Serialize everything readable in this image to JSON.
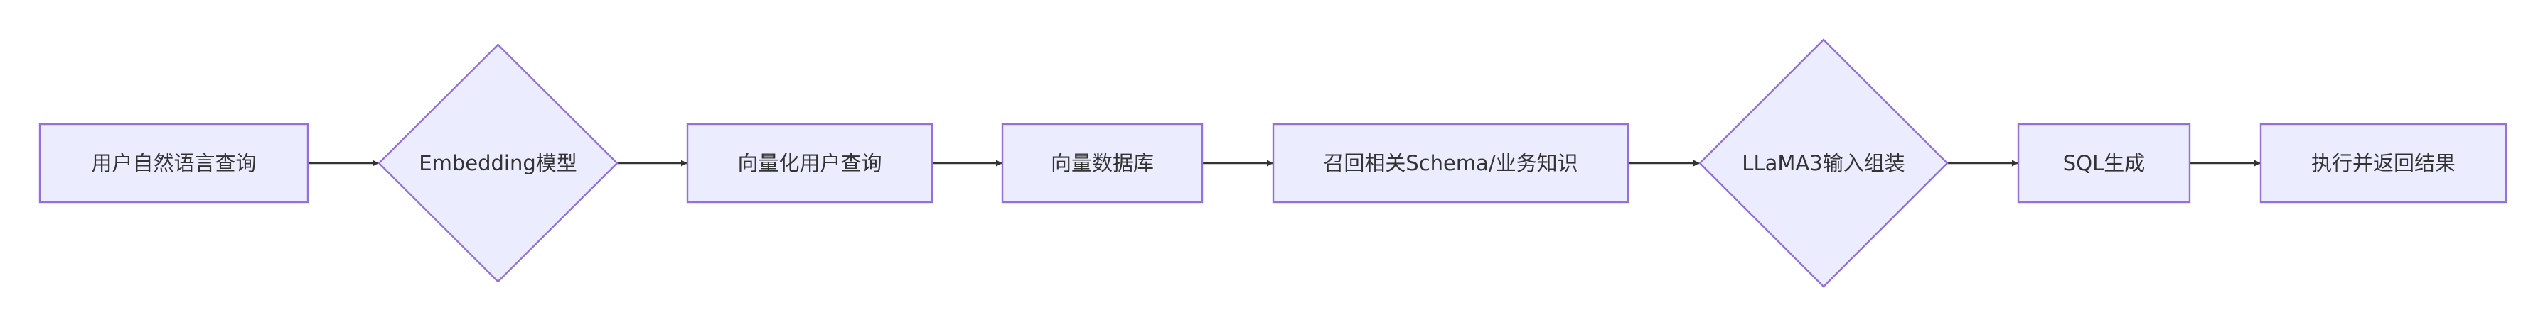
{
  "diagram": {
    "type": "flowchart",
    "direction": "left-to-right",
    "colors": {
      "node_fill": "#ECECFF",
      "node_stroke": "#9370DB",
      "edge": "#333333",
      "text": "#333333",
      "background": "#FFFFFF"
    },
    "nodes": [
      {
        "id": "user_query",
        "shape": "rect",
        "label": "用户自然语言查询"
      },
      {
        "id": "embedding_model",
        "shape": "diamond",
        "label": "Embedding模型"
      },
      {
        "id": "vectorize_query",
        "shape": "rect",
        "label": "向量化用户查询"
      },
      {
        "id": "vector_db",
        "shape": "rect",
        "label": "向量数据库"
      },
      {
        "id": "recall_schema",
        "shape": "rect",
        "label": "召回相关Schema/业务知识"
      },
      {
        "id": "llama3_assembly",
        "shape": "diamond",
        "label": "LLaMA3输入组装"
      },
      {
        "id": "sql_generation",
        "shape": "rect",
        "label": "SQL生成"
      },
      {
        "id": "execute_return",
        "shape": "rect",
        "label": "执行并返回结果"
      }
    ],
    "edges": [
      {
        "from": "user_query",
        "to": "embedding_model"
      },
      {
        "from": "embedding_model",
        "to": "vectorize_query"
      },
      {
        "from": "vectorize_query",
        "to": "vector_db"
      },
      {
        "from": "vector_db",
        "to": "recall_schema"
      },
      {
        "from": "recall_schema",
        "to": "llama3_assembly"
      },
      {
        "from": "llama3_assembly",
        "to": "sql_generation"
      },
      {
        "from": "sql_generation",
        "to": "execute_return"
      }
    ]
  }
}
